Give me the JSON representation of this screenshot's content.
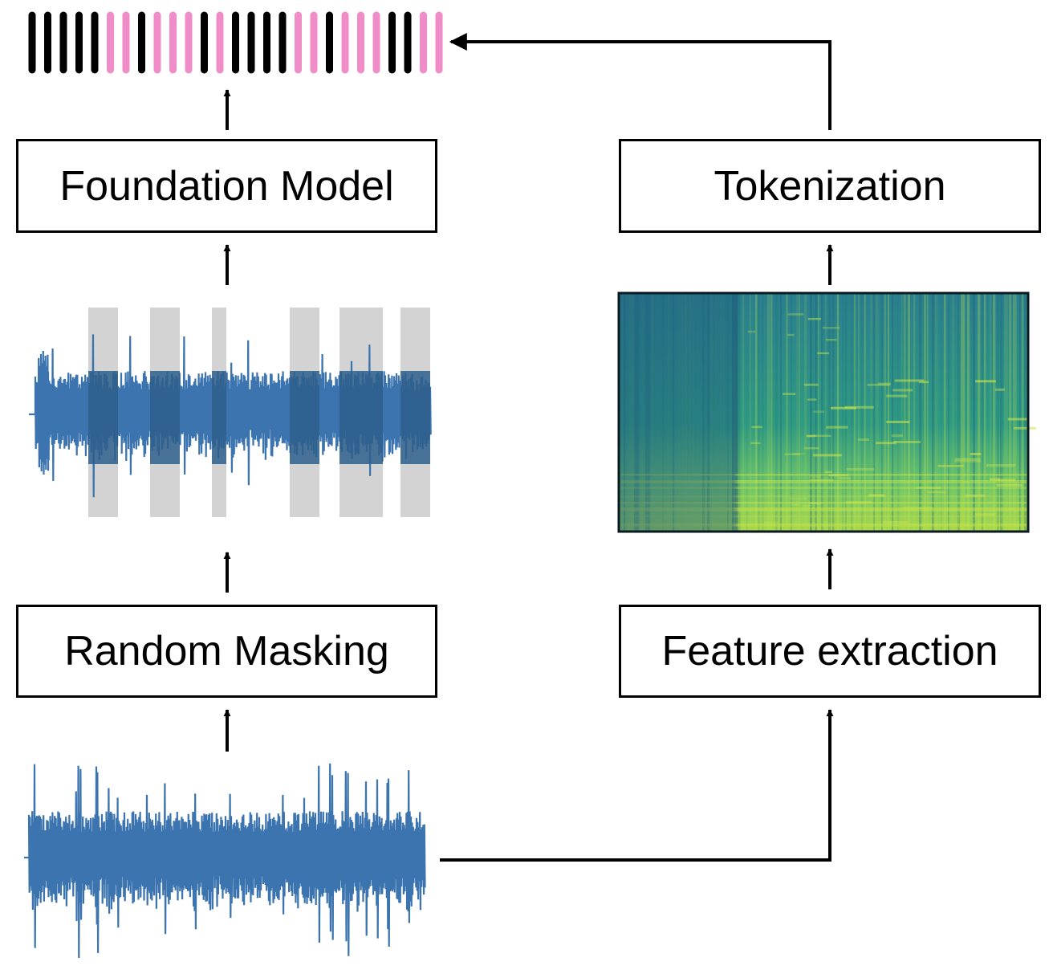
{
  "boxes": {
    "foundation_model": "Foundation Model",
    "tokenization": "Tokenization",
    "random_masking": "Random Masking",
    "feature_extraction": "Feature extraction"
  },
  "token_sequence": {
    "pattern": [
      "black",
      "black",
      "black",
      "black",
      "black",
      "pink",
      "pink",
      "black",
      "pink",
      "pink",
      "pink",
      "black",
      "pink",
      "black",
      "black",
      "black",
      "black",
      "pink",
      "pink",
      "black",
      "pink",
      "pink",
      "pink",
      "black",
      "black",
      "pink",
      "pink"
    ],
    "colors": {
      "black": "#000000",
      "pink": "#f08cc8"
    }
  },
  "colors": {
    "waveform": "#3b74ae",
    "masked_waveform": "#2f5f8c",
    "mask_overlay": "#d3d3d3",
    "spectrogram_low": "#26748c",
    "spectrogram_mid": "#2f9a82",
    "spectrogram_high": "#c9e44a"
  }
}
